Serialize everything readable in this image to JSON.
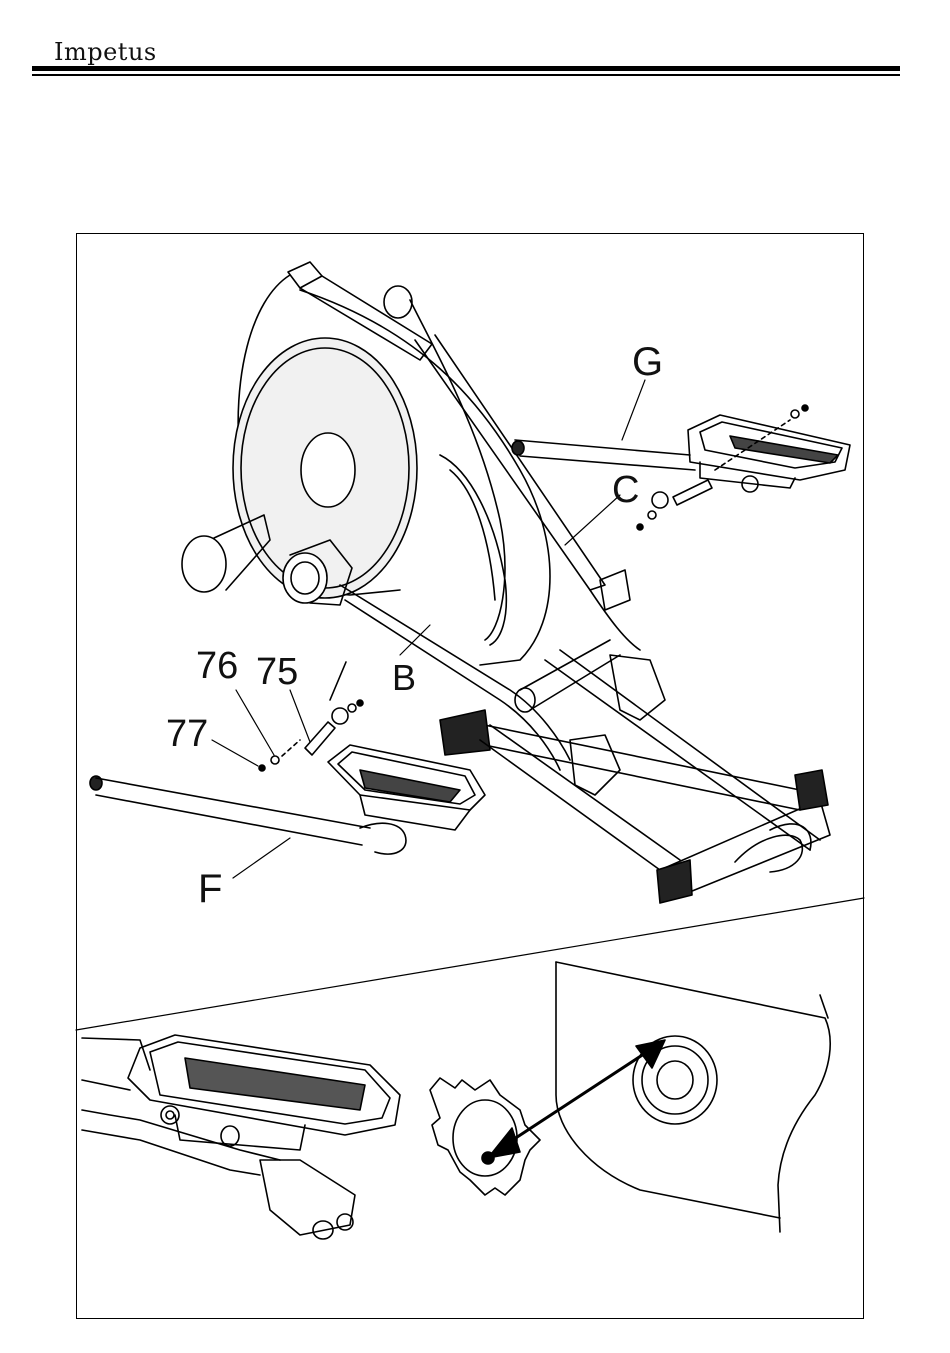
{
  "header": {
    "brand": "Impetus"
  },
  "figure": {
    "part_labels": {
      "G": "G",
      "C": "C",
      "B": "B",
      "F": "F",
      "p76": "76",
      "p75": "75",
      "p77": "77"
    }
  }
}
